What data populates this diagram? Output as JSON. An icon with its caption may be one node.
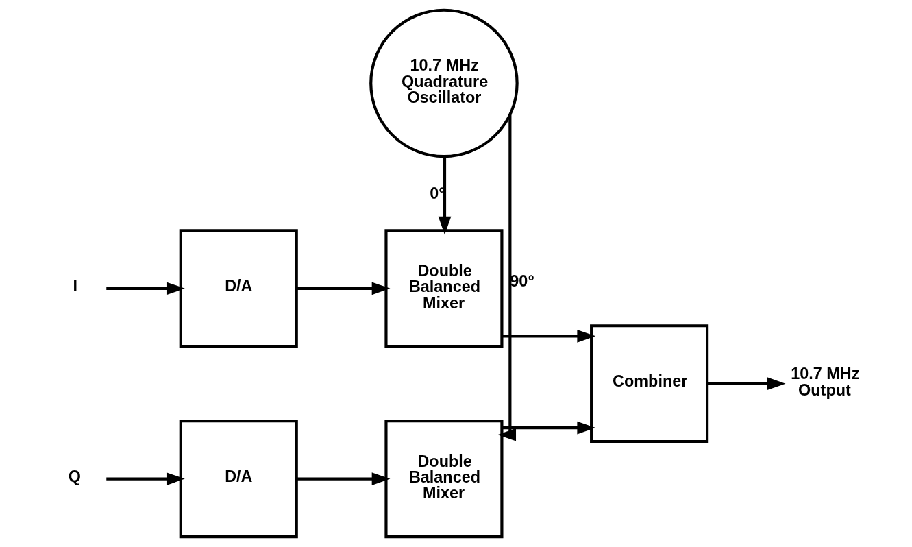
{
  "diagram": {
    "nodes": [
      {
        "text": [
          "I"
        ]
      },
      {
        "text": [
          "D/A"
        ]
      },
      {
        "text": [
          "Double Balanced Mixer"
        ]
      },
      {
        "text": [
          "10.7 MHz Quadrature Oscillator"
        ]
      },
      {
        "text": [
          "Combiner"
        ]
      },
      {
        "text": [
          "10.7 MHz Output"
        ]
      },
      {
        "text": [
          "Q"
        ]
      },
      {
        "text": [
          "D/A"
        ]
      },
      {
        "text": [
          "Double Balanced Mixer"
        ]
      }
    ],
    "edges": [
      {
        "from": 0,
        "to": 1,
        "arrow": "to"
      },
      {
        "from": 1,
        "to": 2,
        "arrow": "to"
      },
      {
        "from": 3,
        "to": 2,
        "arrow": "to",
        "label": "0°"
      },
      {
        "from": 3,
        "to": 8,
        "arrow": "to",
        "label": "90°"
      },
      {
        "from": 2,
        "to": 4,
        "arrow": "to"
      },
      {
        "from": 8,
        "to": 4,
        "arrow": "to"
      },
      {
        "from": 4,
        "to": 5,
        "arrow": "to"
      },
      {
        "from": 6,
        "to": 7,
        "arrow": "to"
      },
      {
        "from": 7,
        "to": 8,
        "arrow": "to"
      }
    ]
  }
}
